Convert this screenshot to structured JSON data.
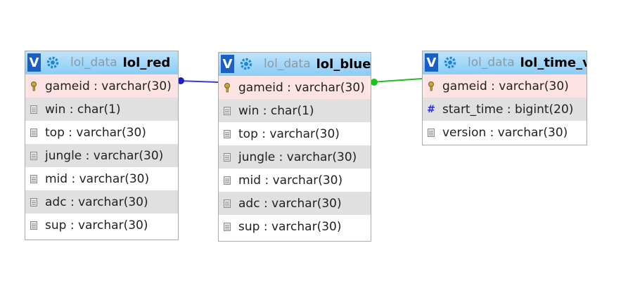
{
  "tables": [
    {
      "id": "lol_red",
      "view_badge": "V",
      "db": "lol_data",
      "name": "lol_red",
      "columns": [
        {
          "text": "gameid : varchar(30)",
          "icon": "primary-key-icon",
          "style": "pk"
        },
        {
          "text": "win : char(1)",
          "icon": "column-icon",
          "style": "alt"
        },
        {
          "text": "top : varchar(30)",
          "icon": "column-icon",
          "style": "plain"
        },
        {
          "text": "jungle : varchar(30)",
          "icon": "column-icon",
          "style": "alt"
        },
        {
          "text": "mid : varchar(30)",
          "icon": "column-icon",
          "style": "plain"
        },
        {
          "text": "adc : varchar(30)",
          "icon": "column-icon",
          "style": "alt"
        },
        {
          "text": "sup : varchar(30)",
          "icon": "column-icon",
          "style": "plain"
        }
      ]
    },
    {
      "id": "lol_blue",
      "view_badge": "V",
      "db": "lol_data",
      "name": "lol_blue",
      "columns": [
        {
          "text": "gameid : varchar(30)",
          "icon": "primary-key-icon",
          "style": "pk"
        },
        {
          "text": "win : char(1)",
          "icon": "column-icon",
          "style": "alt"
        },
        {
          "text": "top : varchar(30)",
          "icon": "column-icon",
          "style": "plain"
        },
        {
          "text": "jungle : varchar(30)",
          "icon": "column-icon",
          "style": "alt"
        },
        {
          "text": "mid : varchar(30)",
          "icon": "column-icon",
          "style": "plain"
        },
        {
          "text": "adc : varchar(30)",
          "icon": "column-icon",
          "style": "alt"
        },
        {
          "text": "sup : varchar(30)",
          "icon": "column-icon",
          "style": "plain"
        }
      ]
    },
    {
      "id": "lol_time_v",
      "view_badge": "V",
      "db": "lol_data",
      "name": "lol_time_v",
      "columns": [
        {
          "text": "gameid : varchar(30)",
          "icon": "primary-key-icon",
          "style": "pk"
        },
        {
          "text": "start_time : bigint(20)",
          "icon": "numeric-column-icon",
          "style": "alt"
        },
        {
          "text": "version : varchar(30)",
          "icon": "column-icon",
          "style": "plain"
        }
      ]
    }
  ],
  "relations": [
    {
      "from": "lol_red",
      "to": "lol_blue",
      "color": "#3a3acc"
    },
    {
      "from": "lol_blue",
      "to": "lol_time_v",
      "color": "#22bb22"
    }
  ],
  "colors": {
    "header_start": "#bfe3fb",
    "header_end": "#8ccdf4",
    "view_badge": "#1a5fc4",
    "pk_row": "#fde3e3",
    "alt_row": "#e0e0e0"
  }
}
